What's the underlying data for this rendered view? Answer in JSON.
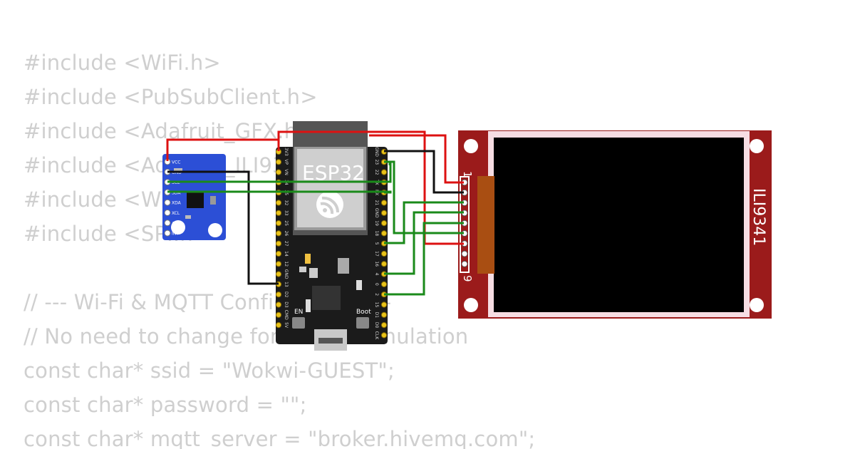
{
  "code_lines": [
    "#include <WiFi.h>",
    "#include <PubSubClient.h>",
    "#include <Adafruit_GFX.h>",
    "#include <Adafruit_ILI9341.h>",
    "#include <Wire.h>",
    "#include <SPI.h>",
    "",
    "// --- Wi-Fi & MQTT Configuration ---",
    "// No need to change for Wokwi simulation",
    "const char* ssid = \"Wokwi-GUEST\";",
    "const char* password = \"\";",
    "const char* mqtt_server = \"broker.hivemq.com\";"
  ],
  "esp32": {
    "label": "ESP32",
    "left_pins": [
      "3V3",
      "VP",
      "VN",
      "34",
      "35",
      "32",
      "33",
      "25",
      "26",
      "27",
      "14",
      "12",
      "GND",
      "13",
      "D2",
      "D3",
      "CMD",
      "5V"
    ],
    "right_pins": [
      "GND",
      "23",
      "22",
      "TX",
      "RX",
      "21",
      "GND",
      "19",
      "18",
      "5",
      "17",
      "16",
      "4",
      "0",
      "2",
      "15",
      "D1",
      "D0",
      "CLK"
    ],
    "en_label": "EN",
    "boot_label": "Boot"
  },
  "mpu6050": {
    "pins": [
      "VCC",
      "GND",
      "SCL",
      "SDA",
      "XDA",
      "XCL",
      "AD0",
      "INT"
    ]
  },
  "display": {
    "label": "ILI9341",
    "pin_first": "1",
    "pin_last": "9"
  },
  "colors": {
    "wire_red": "#dd1111",
    "wire_black": "#111111",
    "wire_green": "#1a8a1a",
    "pcb_blue": "#2c4fd6",
    "pcb_red": "#9b1b1b",
    "board_black": "#1b1b1b",
    "code_text": "#cfcfcf"
  }
}
